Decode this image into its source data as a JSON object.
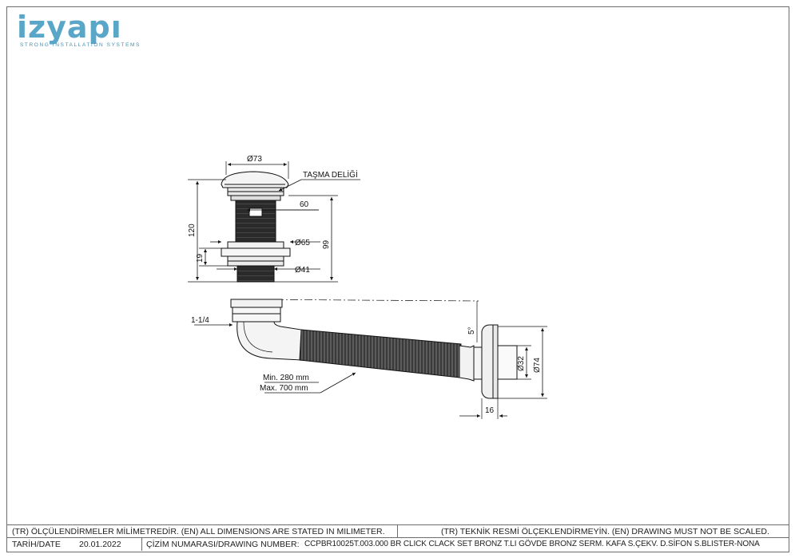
{
  "logo": {
    "brand": "izyapı",
    "tagline": "STRONG INSTALLATION SYSTEMS"
  },
  "dimensions": {
    "d73": "Ø73",
    "overflow": "TAŞMA DELİĞİ",
    "d60": "60",
    "h120": "120",
    "h99": "99",
    "d65": "Ø65",
    "h19": "19",
    "d41": "Ø41",
    "thread": "1-1/4",
    "angle": "5°",
    "min": "Min. 280 mm",
    "max": "Max. 700 mm",
    "d32": "Ø32",
    "d74": "Ø74",
    "w16": "16"
  },
  "footer": {
    "note_units": "(TR) ÖLÇÜLENDİRMELER MİLİMETREDİR. (EN) ALL DIMENSIONS ARE STATED IN MILIMETER.",
    "note_scale": "(TR) TEKNİK RESMİ ÖLÇEKLENDİRMEYİN. (EN) DRAWING MUST NOT BE SCALED.",
    "date_label": "TARİH/DATE",
    "date_value": "20.01.2022",
    "number_label": "ÇİZİM NUMARASI/DRAWING NUMBER:",
    "number_value": "CCPBR10025T.003.000 BR CLICK CLACK SET BRONZ T.LI GÖVDE BRONZ SERM. KAFA S.ÇEKV. D.SİFON S.BLISTER-NONA"
  }
}
